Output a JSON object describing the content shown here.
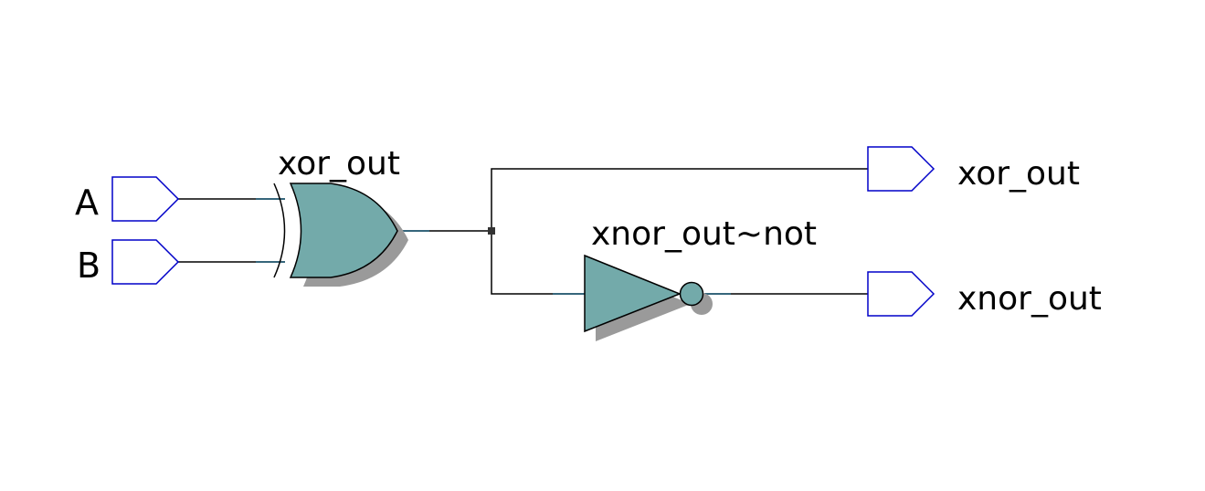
{
  "inputs": [
    {
      "name": "A"
    },
    {
      "name": "B"
    }
  ],
  "gates": {
    "xor": {
      "instance_label": "xor_out"
    },
    "not": {
      "instance_label": "xnor_out~not"
    }
  },
  "outputs": [
    {
      "name": "xor_out"
    },
    {
      "name": "xnor_out"
    }
  ],
  "colors": {
    "gate_fill": "#73aaaa",
    "shadow": "#9a9a9a",
    "port_stroke": "#0000c8",
    "wire": "#000000"
  }
}
